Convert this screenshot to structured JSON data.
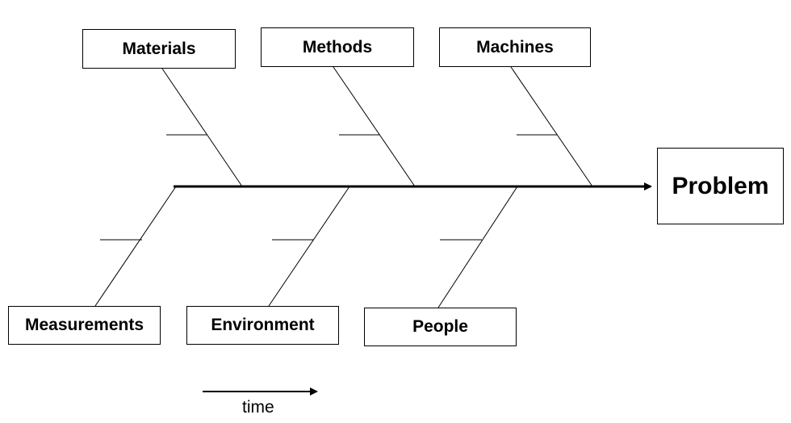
{
  "effect": {
    "label": "Problem"
  },
  "categories": {
    "materials": "Materials",
    "methods": "Methods",
    "machines": "Machines",
    "measurements": "Measurements",
    "environment": "Environment",
    "people": "People"
  },
  "time_axis": {
    "label": "time"
  },
  "colors": {
    "line": "#000000",
    "background": "#ffffff"
  }
}
